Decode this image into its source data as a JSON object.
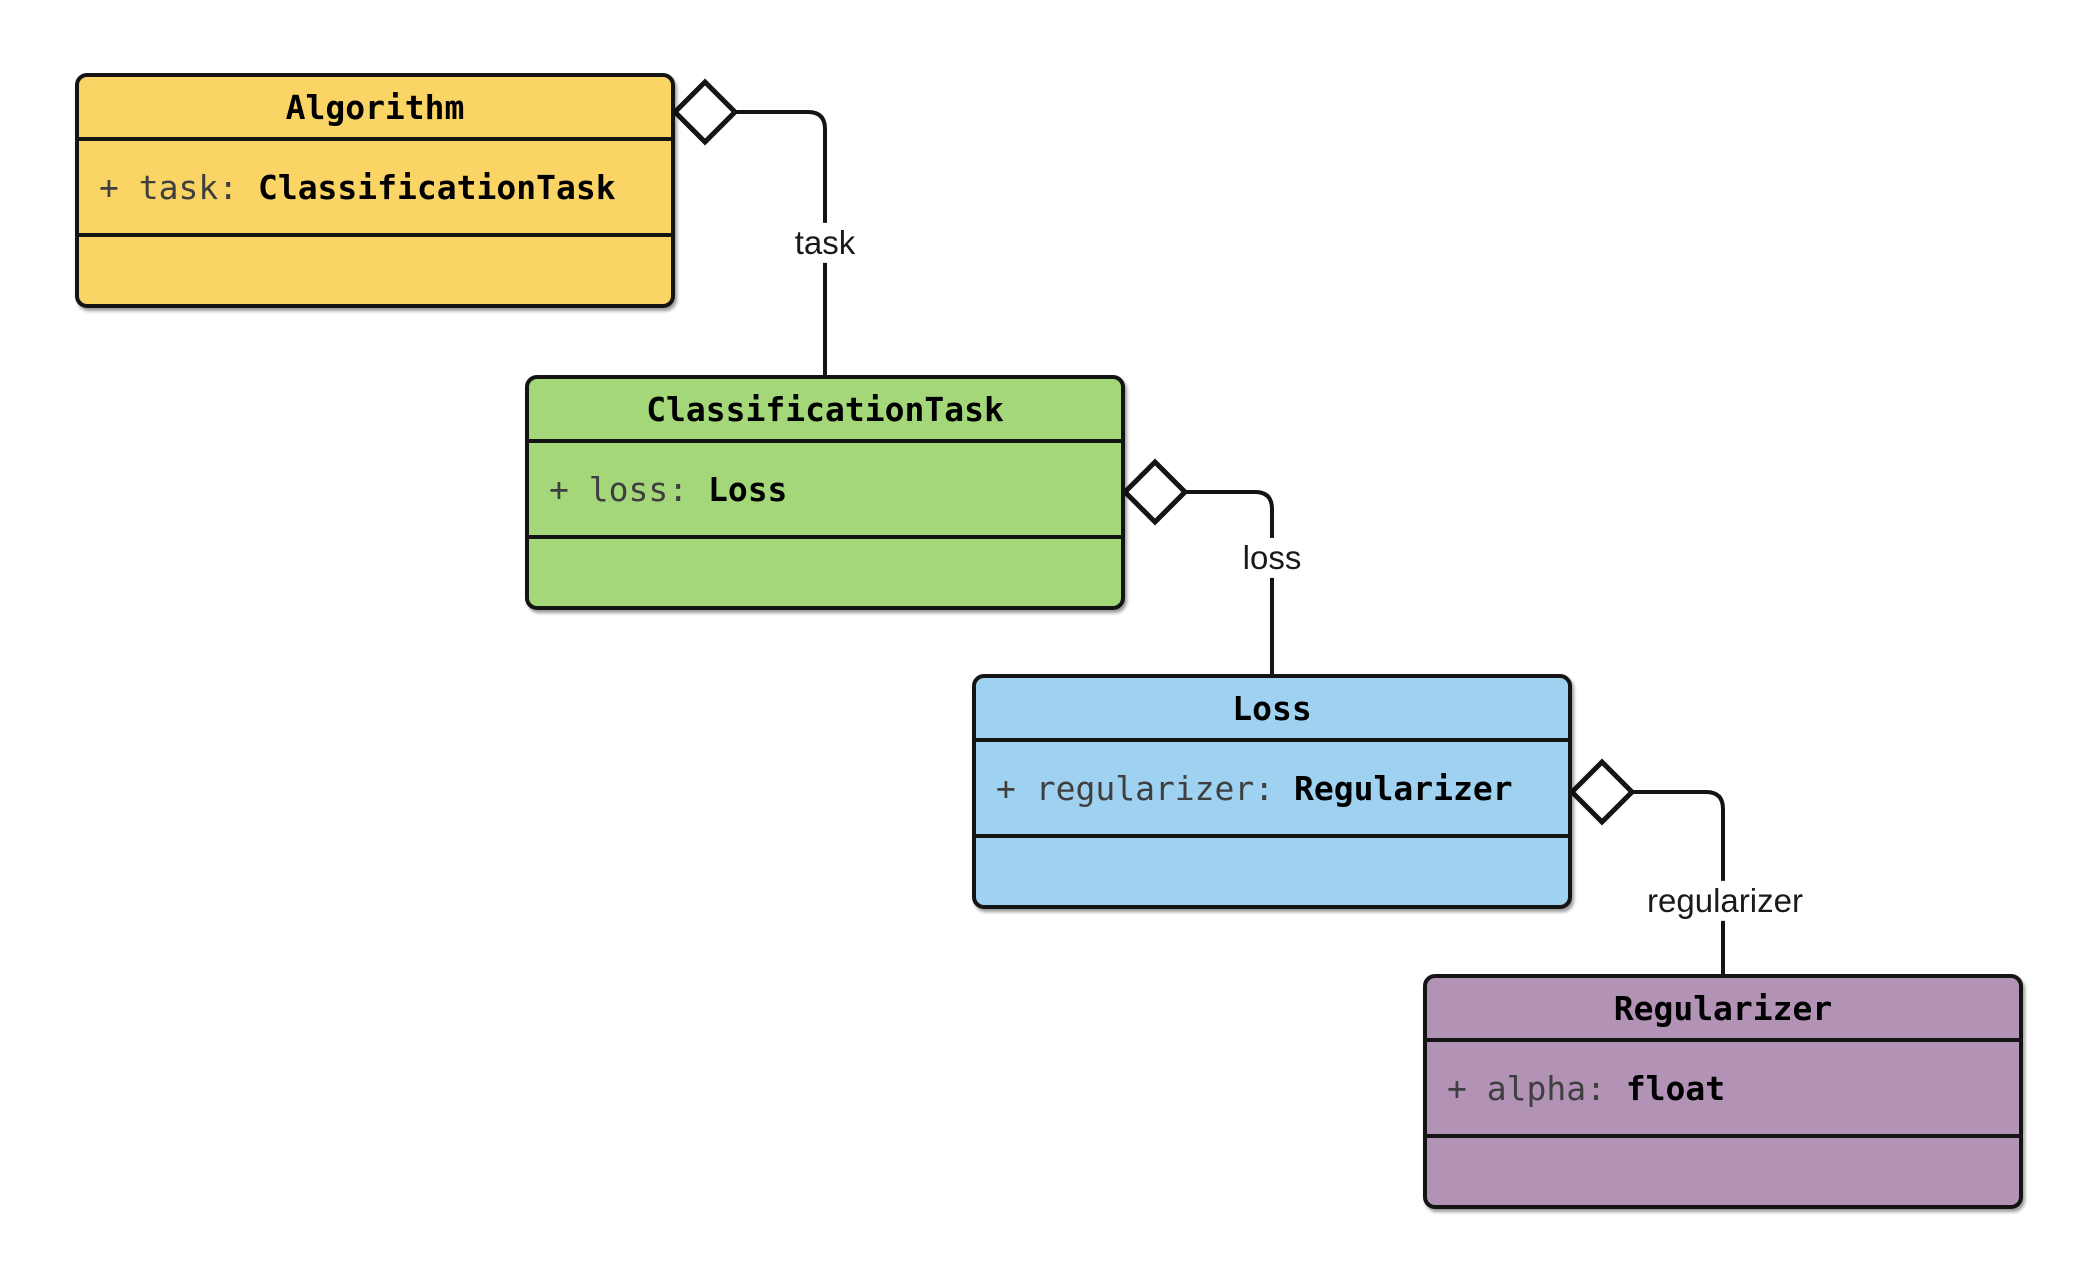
{
  "classes": [
    {
      "name": "Algorithm",
      "attr_prefix": "+ task: ",
      "attr_type": "ClassificationTask",
      "color": "#FAD464"
    },
    {
      "name": "ClassificationTask",
      "attr_prefix": "+ loss: ",
      "attr_type": "Loss",
      "color": "#A3D77A"
    },
    {
      "name": "Loss",
      "attr_prefix": "+ regularizer: ",
      "attr_type": "Regularizer",
      "color": "#9FD2F0"
    },
    {
      "name": "Regularizer",
      "attr_prefix": "+ alpha: ",
      "attr_type": "float",
      "color": "#B292B5"
    }
  ],
  "relations": [
    {
      "label": "task",
      "from": "Algorithm",
      "to": "ClassificationTask",
      "kind": "aggregation"
    },
    {
      "label": "loss",
      "from": "ClassificationTask",
      "to": "Loss",
      "kind": "aggregation"
    },
    {
      "label": "regularizer",
      "from": "Loss",
      "to": "Regularizer",
      "kind": "aggregation"
    }
  ],
  "colors": {
    "ink": "#141414",
    "background": "#FFFFFF",
    "diamond_fill": "#FFFFFF"
  }
}
